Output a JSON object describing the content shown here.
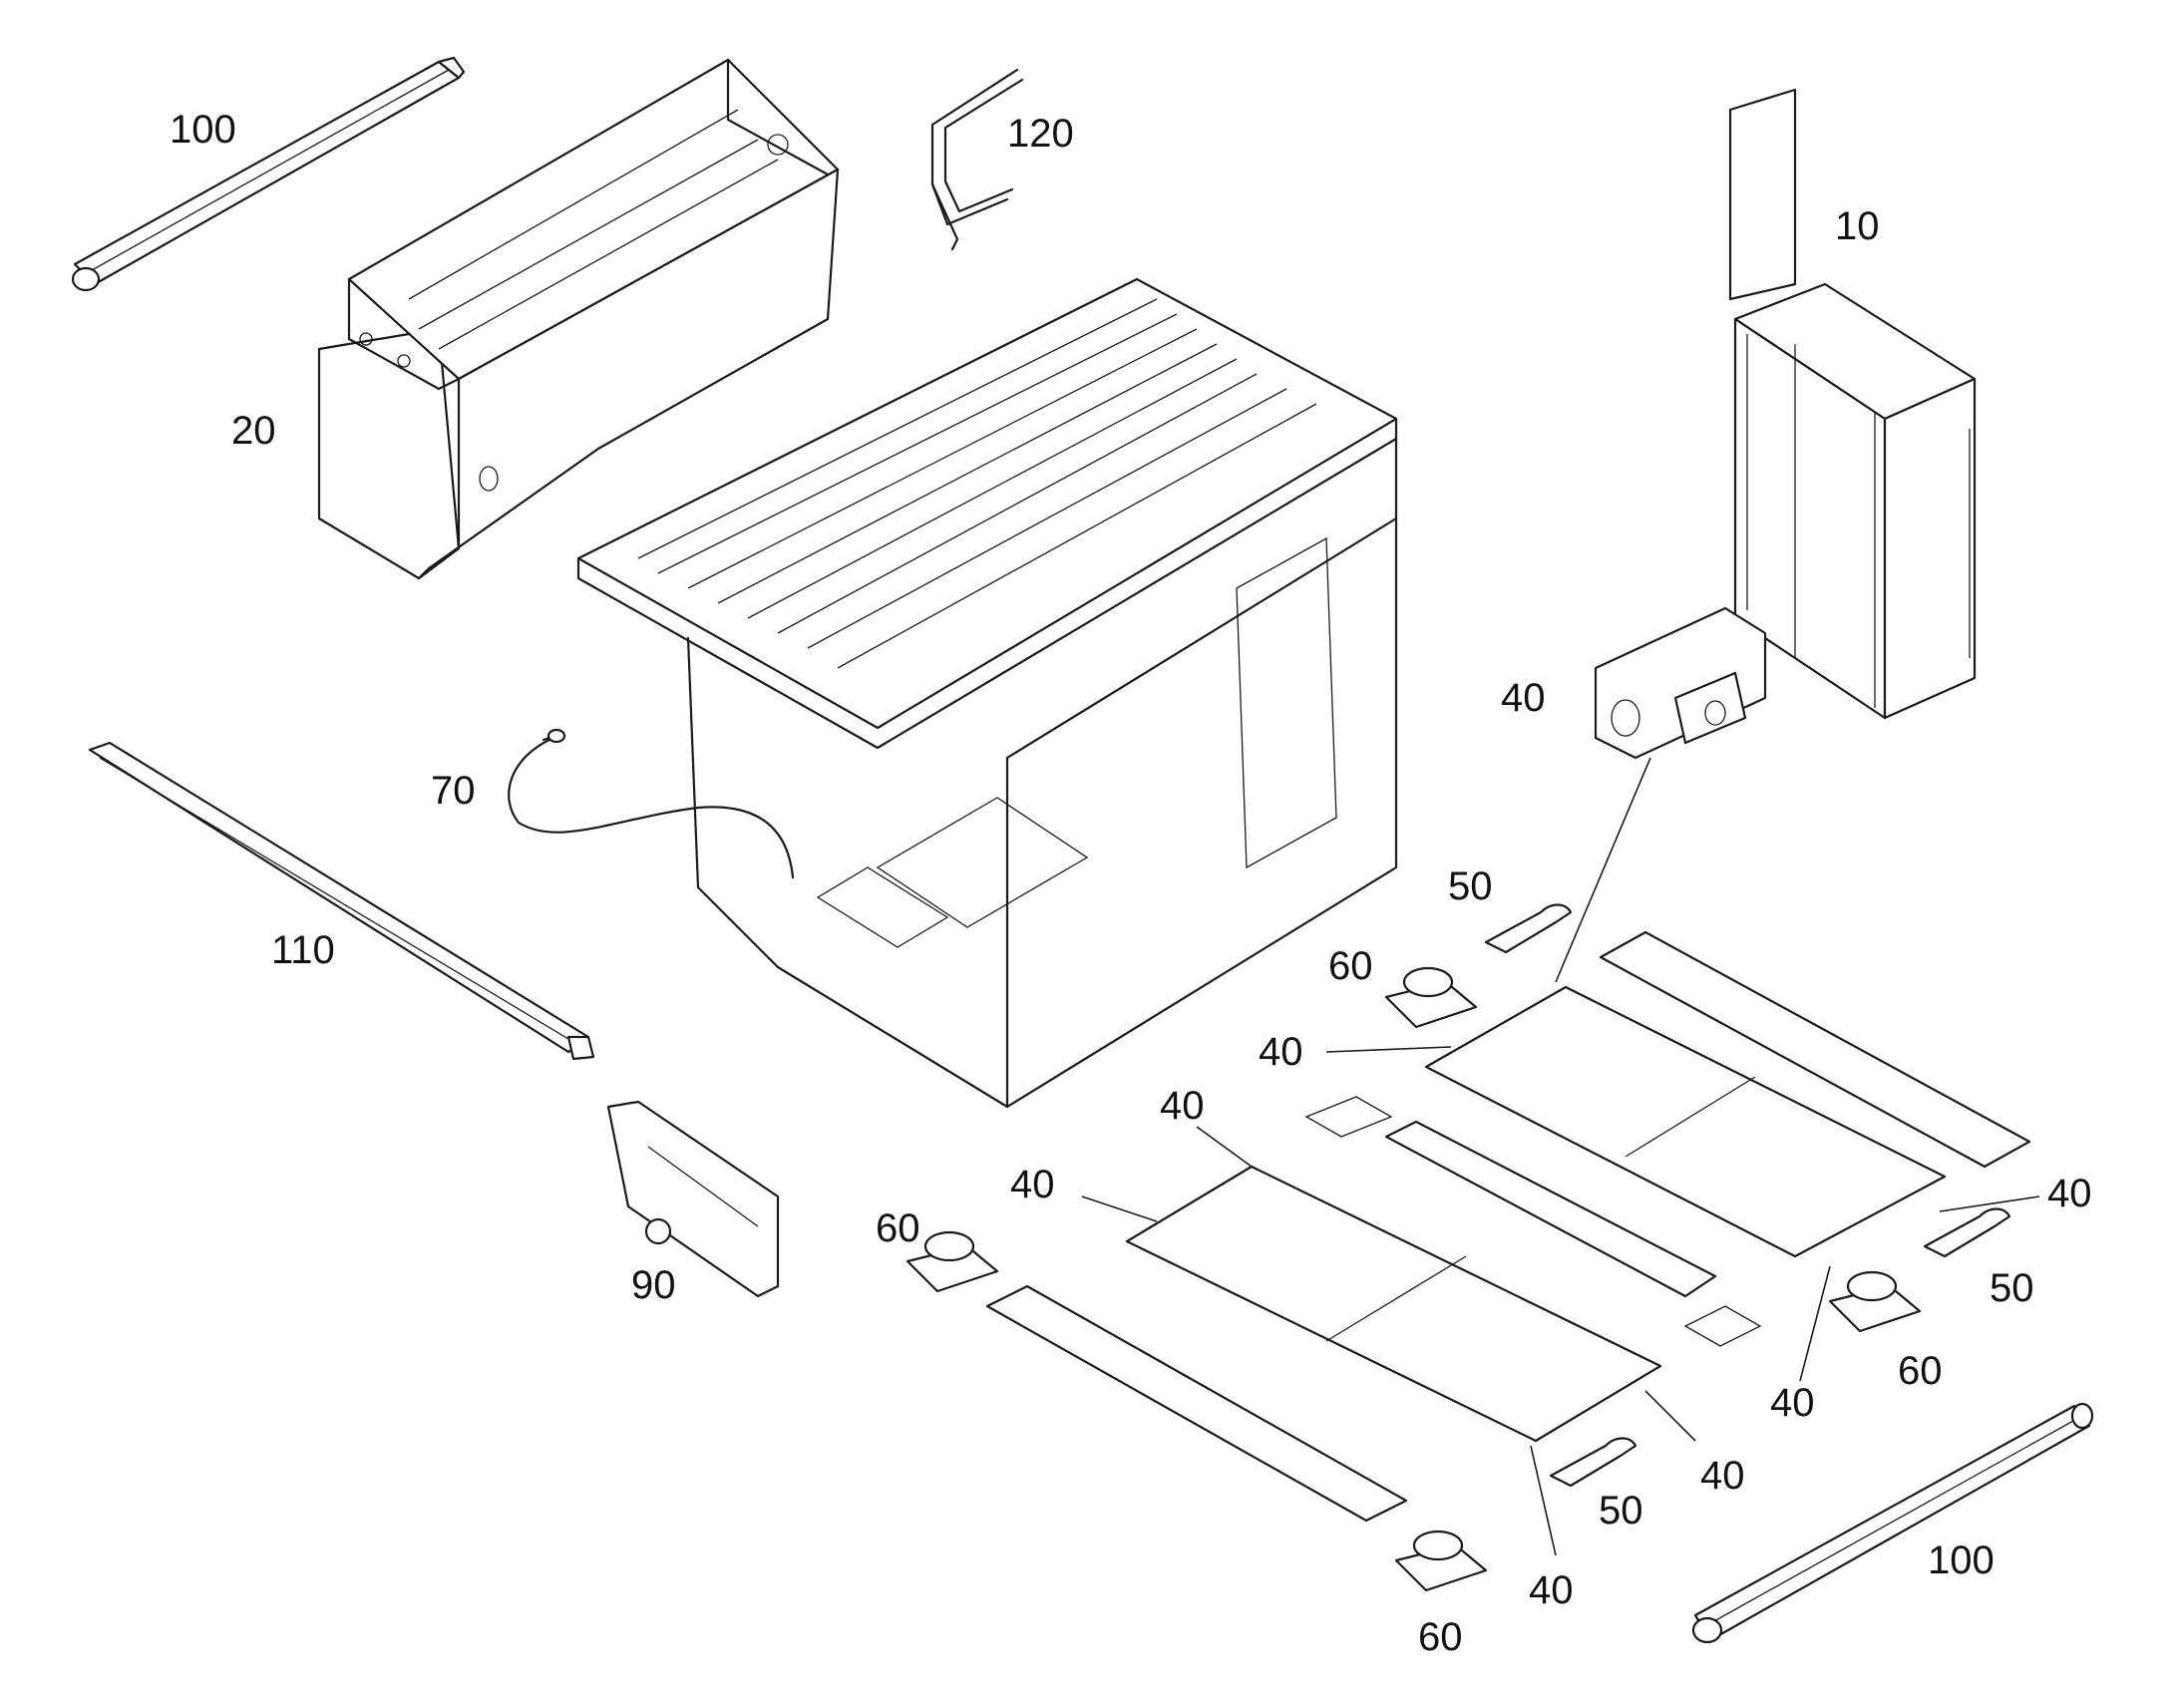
{
  "diagram": {
    "callouts": [
      {
        "id": "c100a",
        "text": "100"
      },
      {
        "id": "c120",
        "text": "120"
      },
      {
        "id": "c10",
        "text": "10"
      },
      {
        "id": "c20",
        "text": "20"
      },
      {
        "id": "c40a",
        "text": "40"
      },
      {
        "id": "c70",
        "text": "70"
      },
      {
        "id": "c50a",
        "text": "50"
      },
      {
        "id": "c110",
        "text": "110"
      },
      {
        "id": "c60a",
        "text": "60"
      },
      {
        "id": "c40b",
        "text": "40"
      },
      {
        "id": "c40c",
        "text": "40"
      },
      {
        "id": "c40d",
        "text": "40"
      },
      {
        "id": "c40e",
        "text": "40"
      },
      {
        "id": "c60b",
        "text": "60"
      },
      {
        "id": "c90",
        "text": "90"
      },
      {
        "id": "c50b",
        "text": "50"
      },
      {
        "id": "c60c",
        "text": "60"
      },
      {
        "id": "c40f",
        "text": "40"
      },
      {
        "id": "c40g",
        "text": "40"
      },
      {
        "id": "c50c",
        "text": "50"
      },
      {
        "id": "c100b",
        "text": "100"
      },
      {
        "id": "c40h",
        "text": "40"
      },
      {
        "id": "c60d",
        "text": "60"
      }
    ]
  }
}
